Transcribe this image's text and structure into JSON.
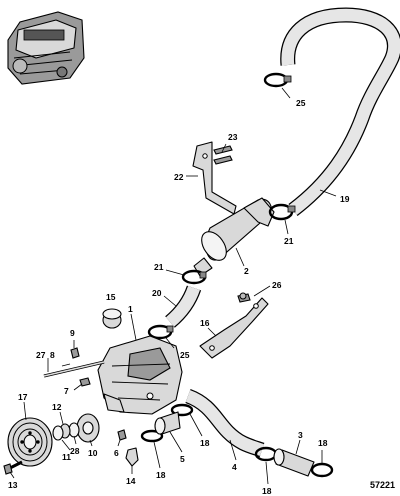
{
  "diagram": {
    "callouts": [
      "1",
      "2",
      "3",
      "4",
      "5",
      "6",
      "7",
      "8",
      "9",
      "10",
      "11",
      "12",
      "13",
      "14",
      "15",
      "16",
      "17",
      "18",
      "19",
      "20",
      "21",
      "22",
      "23",
      "25",
      "26",
      "27",
      "28"
    ],
    "labels": {
      "c1": "1",
      "c2": "2",
      "c3": "3",
      "c4": "4",
      "c5": "5",
      "c6": "6",
      "c7": "7",
      "c8": "8",
      "c9": "9",
      "c10": "10",
      "c11": "11",
      "c12": "12",
      "c13": "13",
      "c14": "14",
      "c15": "15",
      "c16": "16",
      "c17": "17",
      "c18a": "18",
      "c18b": "18",
      "c18c": "18",
      "c18d": "18",
      "c19": "19",
      "c20": "20",
      "c21a": "21",
      "c21b": "21",
      "c22": "22",
      "c23": "23",
      "c25a": "25",
      "c25b": "25",
      "c26": "26",
      "c27": "27",
      "c28": "28"
    },
    "figure_code": "57221"
  }
}
